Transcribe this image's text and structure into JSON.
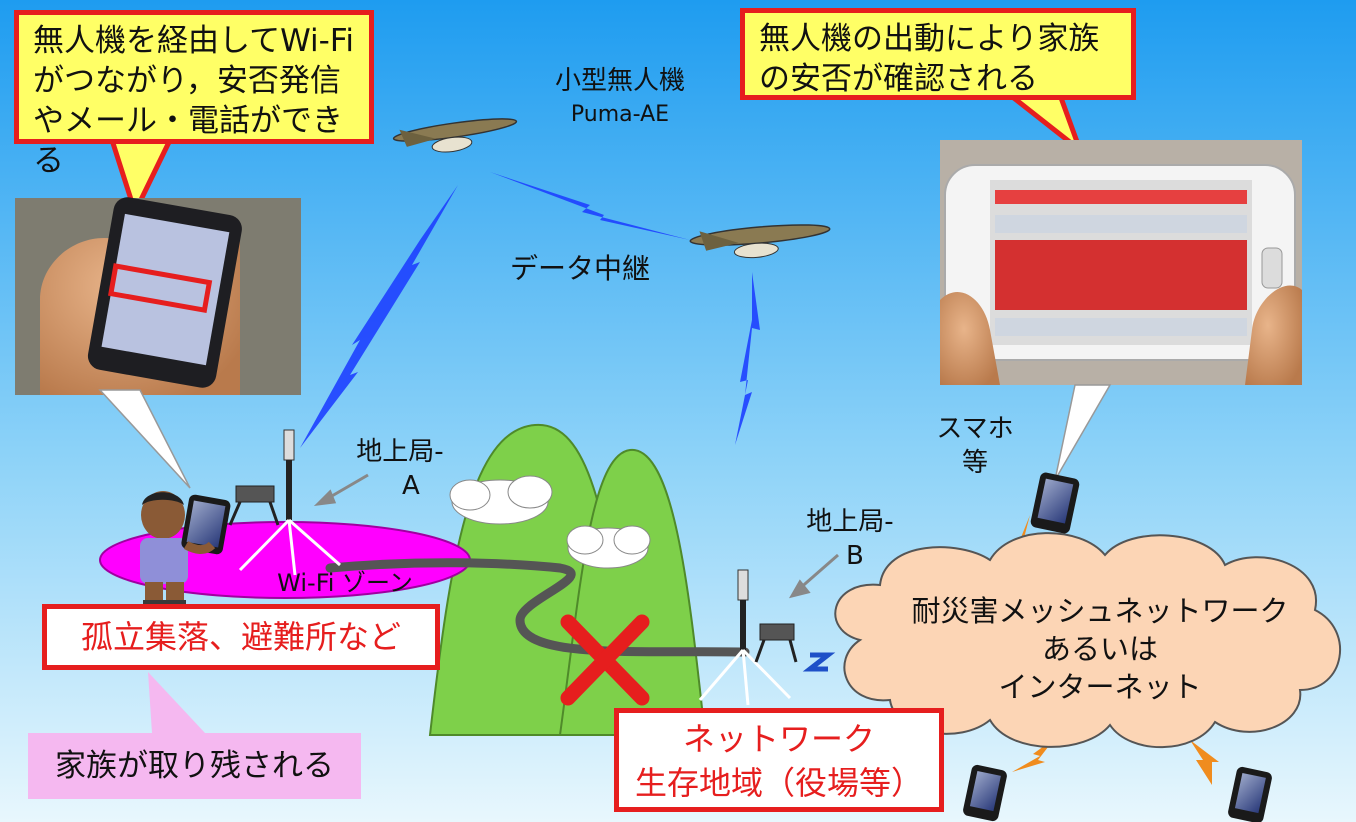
{
  "callouts": {
    "phone_left_line1": "無人機を経由してWi-Fi",
    "phone_left_line2": "がつながり，安否発信",
    "phone_left_line3": "やメール・電話ができる",
    "family_right_line1": "無人機の出動により家族",
    "family_right_line2": "の安否が確認される"
  },
  "labels": {
    "drone_name_jp": "小型無人機",
    "drone_name_en": "Puma-AE",
    "data_relay": "データ中継",
    "station_a_line1": "地上局-",
    "station_a_line2": "A",
    "station_b_line1": "地上局-",
    "station_b_line2": "B",
    "smartphone_line1": "スマホ",
    "smartphone_line2": "等",
    "wifi_zone": "Wi-Fi ゾーン",
    "isolated_area": "孤立集落、避難所など",
    "left_behind": "家族が取り残される",
    "network_line1": "ネットワーク",
    "network_line2": "生存地域（役場等）",
    "mesh_line1": "耐災害メッシュネットワーク",
    "mesh_line2": "あるいは",
    "mesh_line3": "インターネット"
  },
  "colors": {
    "sky_top": "#1e9cf0",
    "sky_bottom": "#dff3fc",
    "callout_border": "#e61e1e",
    "callout_fill": "#ffff66",
    "mountain": "#7ed04a",
    "wifi_zone": "#ff00ff",
    "cloud_fill": "#fcd5b5",
    "relay_beam": "#1e40ff",
    "link_lightning": "#f08c1e",
    "pink_box": "#f5b8f0"
  }
}
